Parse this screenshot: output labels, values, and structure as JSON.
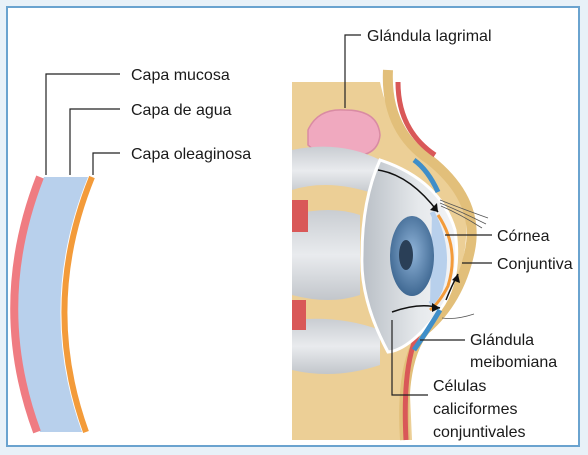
{
  "labels": {
    "mucous_layer": "Capa mucosa",
    "water_layer": "Capa de agua",
    "oily_layer": "Capa oleaginosa",
    "lacrimal_gland": "Glándula lagrimal",
    "cornea": "Córnea",
    "conjunctiva": "Conjuntiva",
    "meibomian_gland": [
      "Glándula",
      "meibomiana"
    ],
    "goblet_cells": [
      "Células",
      "caliciformes",
      "conjuntivales"
    ]
  },
  "colors": {
    "mucous": "#ef7c82",
    "water": "#b8d0ec",
    "oil": "#f39b3a",
    "skin": "#eccf96",
    "eyelid_muscle": "#d95858",
    "gland": "#f0a9bf",
    "eyeball": "#d8dde3",
    "iris": "#5f88b4",
    "frame": "#6aa3cf"
  }
}
